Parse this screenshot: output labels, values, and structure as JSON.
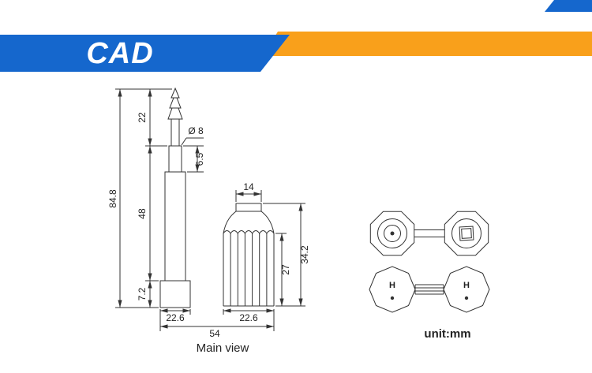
{
  "header": {
    "logo_text": "CAD",
    "colors": {
      "blue": "#1567cd",
      "yellow": "#f9a01b"
    }
  },
  "drawing": {
    "labels": {
      "main_view": "Main view",
      "unit": "unit:mm"
    },
    "pin_dims": {
      "total_height": "84.8",
      "tip_section": "22",
      "body_section": "48",
      "base_section": "7.2",
      "base_width": "22.6",
      "diameter": "Ø 8",
      "collar_height": "6.5"
    },
    "cap_dims": {
      "neck_width": "14",
      "rib_height": "27",
      "total_height": "34.2",
      "base_width": "22.6"
    },
    "assembly_dims": {
      "overall_width": "54"
    },
    "seal_markings": {
      "left": "H",
      "right": "H"
    }
  }
}
